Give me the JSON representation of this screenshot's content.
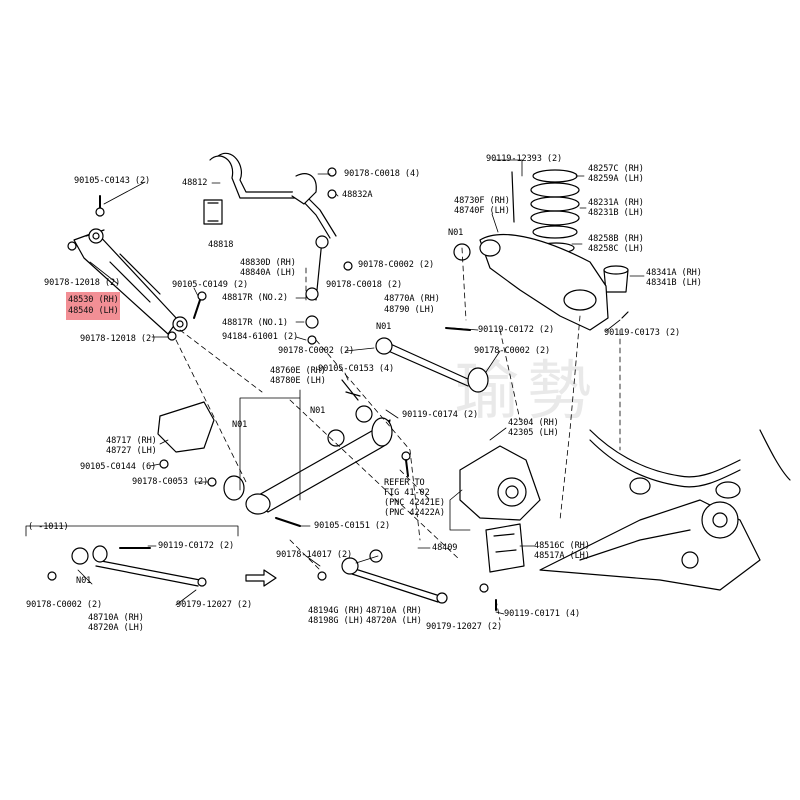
{
  "diagram": {
    "colors": {
      "line": "#000000",
      "highlight": "#f07b82",
      "watermark": "#d8d8d8"
    },
    "watermark": "瑜 勢",
    "highlighted_labels": [
      "48530 (RH)",
      "48540 (LH)"
    ],
    "labels": {
      "l_90105_C0143": "90105-C0143 (2)",
      "l_90178_12018_a": "90178-12018 (2)",
      "l_48530": "48530 (RH)",
      "l_48540": "48540 (LH)",
      "l_90178_12018_b": "90178-12018 (2)",
      "l_90105_C0149": "90105-C0149 (2)",
      "l_48812": "48812",
      "l_90178_C0018_4": "90178-C0018 (4)",
      "l_48832A": "48832A",
      "l_48818": "48818",
      "l_48830D": "48830D (RH)",
      "l_48840A": "48840A (LH)",
      "l_90178_C0002_a": "90178-C0002 (2)",
      "l_90178_C0018_2": "90178-C0018 (2)",
      "l_48817R_2": "48817R (NO.2)",
      "l_48817R_1": "48817R (NO.1)",
      "l_94184": "94184-61001 (2)",
      "l_90178_C0002_b": "90178-C0002 (2)",
      "l_48770A": "48770A (RH)",
      "l_48790": "48790 (LH)",
      "l_N01_a": "N01",
      "l_90119_C0172_a": "90119-C0172 (2)",
      "l_90178_C0002_c": "90178-C0002 (2)",
      "l_90105_C0153": "90105-C0153 (4)",
      "l_48760E": "48760E (RH)",
      "l_48780E": "48780E (LH)",
      "l_N01_b": "N01",
      "l_90119_C0174": "90119-C0174 (2)",
      "l_42304": "42304 (RH)",
      "l_42305": "42305 (LH)",
      "l_48717": "48717 (RH)",
      "l_48727": "48727 (LH)",
      "l_N01_c": "N01",
      "l_90105_C0144": "90105-C0144 (6)",
      "l_90178_C0053": "90178-C0053 (2)",
      "l_refer1": "REFER TO",
      "l_refer2": "FIG 41-02",
      "l_refer3": "(PNC 42421E)",
      "l_refer4": "(PNC 42422A)",
      "l_90105_C0151": "90105-C0151 (2)",
      "l_90119_12393": "90119-12393 (2)",
      "l_48257C": "48257C (RH)",
      "l_48259A": "48259A (LH)",
      "l_48730F": "48730F (RH)",
      "l_48740F": "48740F (LH)",
      "l_48231A": "48231A (RH)",
      "l_48231B": "48231B (LH)",
      "l_N01_d": "N01",
      "l_48258B": "48258B (RH)",
      "l_48258C": "48258C (LH)",
      "l_48341A": "48341A (RH)",
      "l_48341B": "48341B (LH)",
      "l_90119_C0173": "90119-C0173 (2)",
      "l_bracket": "(    -1011)",
      "l_90119_C0172_b": "90119-C0172 (2)",
      "l_N01_e": "N01",
      "l_90178_C0002_d": "90178-C0002 (2)",
      "l_90179_12027_a": "90179-12027 (2)",
      "l_48710A_a": "48710A (RH)",
      "l_48720A_a": "48720A (LH)",
      "l_90178_14017": "90178-14017 (2)",
      "l_48409": "48409",
      "l_48194G": "48194G (RH)",
      "l_48198G": "48198G (LH)",
      "l_48710A_b": "48710A (RH)",
      "l_48720A_b": "48720A (LH)",
      "l_48516C": "48516C (RH)",
      "l_48517A": "48517A (LH)",
      "l_90119_C0171": "90119-C0171 (4)",
      "l_90179_12027_b": "90179-12027 (2)"
    }
  }
}
